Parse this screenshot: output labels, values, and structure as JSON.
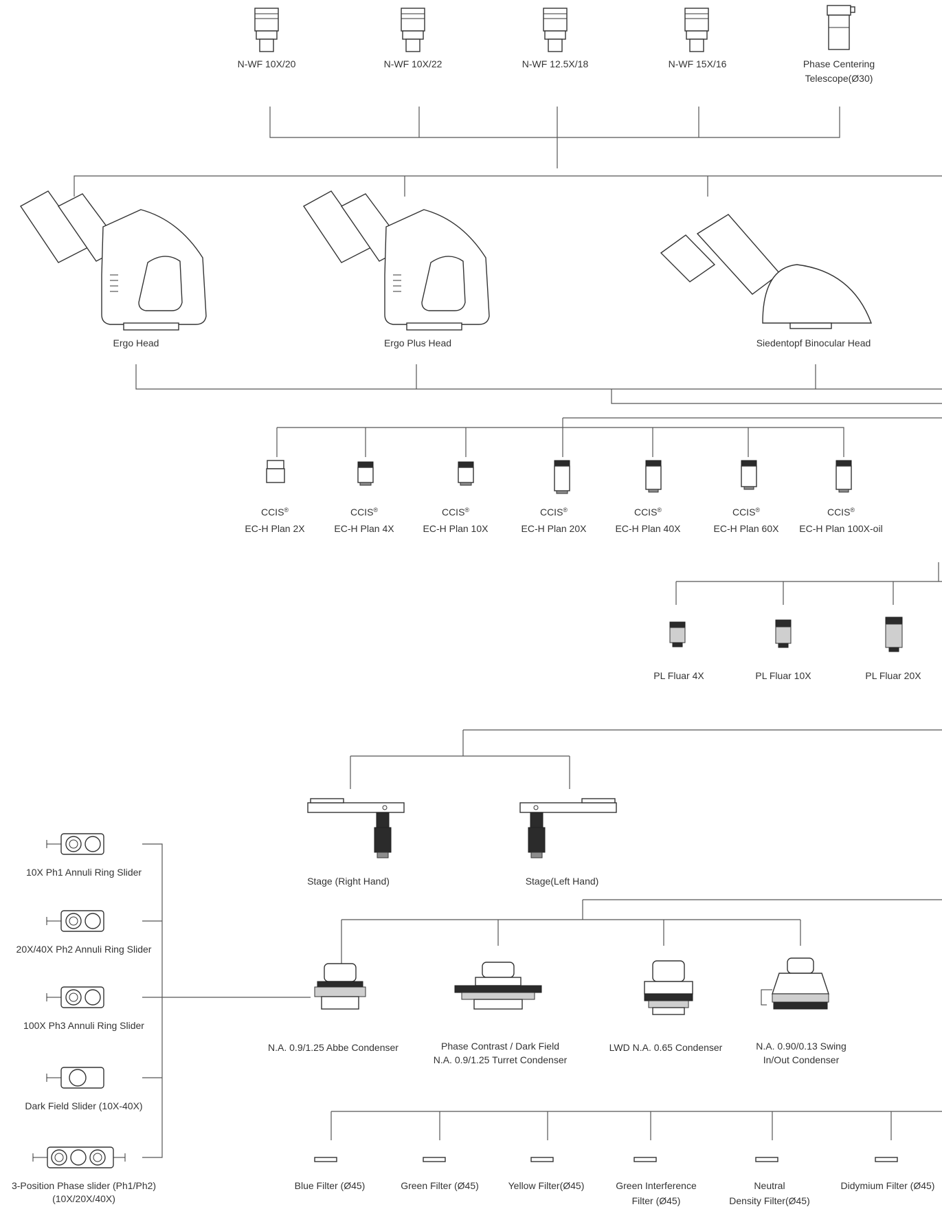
{
  "eyepieces": [
    {
      "label": "N-WF 10X/20"
    },
    {
      "label": "N-WF 10X/22"
    },
    {
      "label": "N-WF 12.5X/18"
    },
    {
      "label": "N-WF 15X/16"
    },
    {
      "label_line1": "Phase Centering",
      "label_line2": "Telescope(Ø30)"
    }
  ],
  "heads": [
    {
      "label": "Ergo Head"
    },
    {
      "label": "Ergo Plus Head"
    },
    {
      "label": "Siedentopf Binocular Head"
    }
  ],
  "plan_objectives": [
    {
      "brand": "CCIS",
      "mark": "®",
      "label": "EC-H Plan 2X"
    },
    {
      "brand": "CCIS",
      "mark": "®",
      "label": "EC-H Plan 4X"
    },
    {
      "brand": "CCIS",
      "mark": "®",
      "label": "EC-H Plan 10X"
    },
    {
      "brand": "CCIS",
      "mark": "®",
      "label": "EC-H Plan 20X"
    },
    {
      "brand": "CCIS",
      "mark": "®",
      "label": "EC-H Plan 40X"
    },
    {
      "brand": "CCIS",
      "mark": "®",
      "label": "EC-H Plan 60X"
    },
    {
      "brand": "CCIS",
      "mark": "®",
      "label": "EC-H Plan 100X-oil"
    }
  ],
  "fluar_objectives": [
    {
      "label": "PL Fluar 4X"
    },
    {
      "label": "PL Fluar 10X"
    },
    {
      "label": "PL Fluar 20X"
    }
  ],
  "stages": [
    {
      "label": "Stage (Right Hand)"
    },
    {
      "label": "Stage(Left Hand)"
    }
  ],
  "sliders": [
    {
      "label": "10X Ph1 Annuli Ring Slider"
    },
    {
      "label": "20X/40X Ph2 Annuli Ring Slider"
    },
    {
      "label": "100X Ph3 Annuli Ring Slider"
    },
    {
      "label": "Dark Field Slider (10X-40X)"
    },
    {
      "label_line1": "3-Position Phase slider (Ph1/Ph2)",
      "label_line2": "(10X/20X/40X)"
    }
  ],
  "condensers": [
    {
      "label": "N.A. 0.9/1.25 Abbe Condenser"
    },
    {
      "label_line1": "Phase Contrast / Dark Field",
      "label_line2": "N.A. 0.9/1.25 Turret Condenser"
    },
    {
      "label": "LWD N.A. 0.65 Condenser"
    },
    {
      "label_line1": "N.A. 0.90/0.13 Swing",
      "label_line2": "In/Out  Condenser"
    }
  ],
  "filters": [
    {
      "label": "Blue Filter (Ø45)"
    },
    {
      "label": "Green Filter (Ø45)"
    },
    {
      "label": "Yellow Filter(Ø45)"
    },
    {
      "label_line1": "Green Interference",
      "label_line2": "Filter (Ø45)"
    },
    {
      "label_line1": "Neutral",
      "label_line2": "Density Filter(Ø45)"
    },
    {
      "label": "Didymium Filter (Ø45)"
    }
  ]
}
